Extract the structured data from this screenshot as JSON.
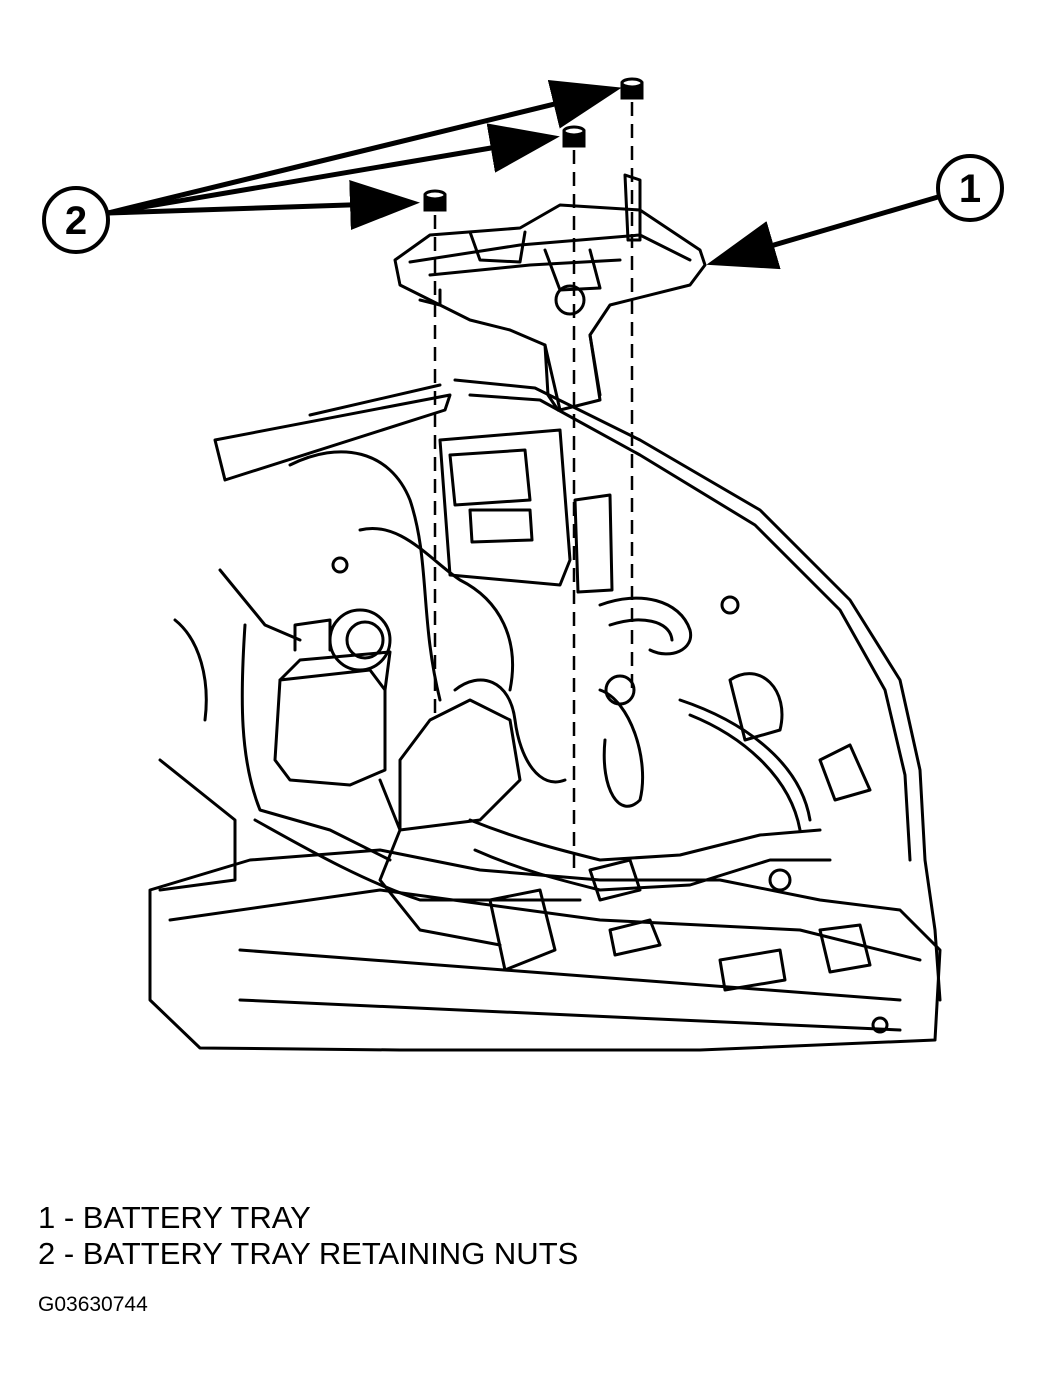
{
  "callouts": {
    "battery_tray": "1",
    "retaining_nuts": "2"
  },
  "legend": [
    {
      "number": "1",
      "label": "1 - BATTERY TRAY"
    },
    {
      "number": "2",
      "label": "2 - BATTERY TRAY RETAINING NUTS"
    }
  ],
  "figure_id": "G03630744",
  "colors": {
    "ink": "#000000",
    "paper": "#ffffff"
  }
}
